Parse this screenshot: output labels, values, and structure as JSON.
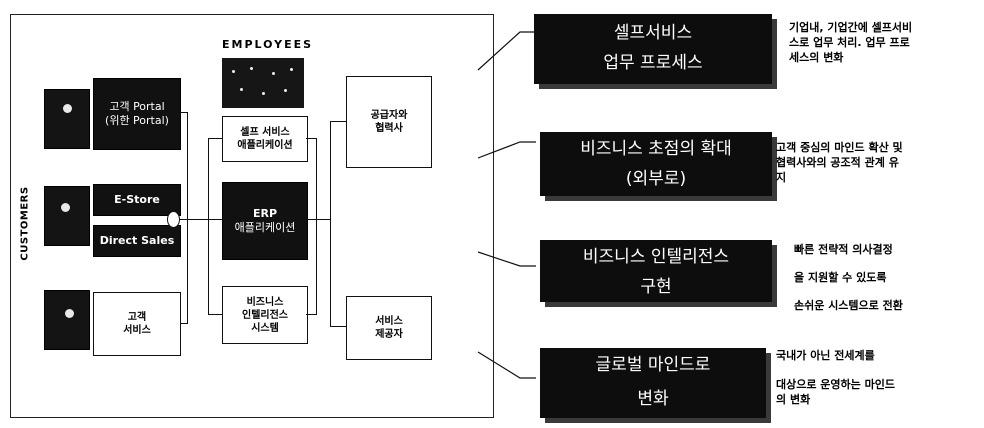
{
  "diagram": {
    "employees_label": "EMPLOYEES",
    "customers_label": "CUSTOMERS",
    "portal_box": {
      "line1": "고객 Portal",
      "line2": "(위한 Portal)"
    },
    "estore_box": {
      "label": "E-Store"
    },
    "direct_sales_box": {
      "label": "Direct Sales"
    },
    "customer_service_box": {
      "line1": "고객",
      "line2": "서비스"
    },
    "self_service_box": {
      "line1": "셀프 서비스",
      "line2": "애플리케이션"
    },
    "erp_box": {
      "line1": "ERP",
      "line2": "애플리케이션"
    },
    "bi_box": {
      "line1": "비즈니스",
      "line2": "인텔리전스",
      "line3": "시스템"
    },
    "supplier_box": {
      "line1": "공급자와",
      "line2": "협력사"
    },
    "service_provider_box": {
      "line1": "서비스",
      "line2": "제공자"
    }
  },
  "callouts": [
    {
      "title_lines": [
        "셀프서비스",
        "업무 프로세스"
      ],
      "desc_lines": [
        "기업내, 기업간에 셀프서비",
        "스로 업무 처리.  업무 프로",
        "세스의 변화"
      ]
    },
    {
      "title_lines": [
        "비즈니스 초점의 확대",
        "(외부로)"
      ],
      "desc_lines": [
        "고객 중심의 마인드 확산 및",
        "협력사와의 공조적 관계 유",
        "지"
      ]
    },
    {
      "title_lines": [
        "비즈니스 인텔리전스",
        "구현"
      ],
      "desc_lines": [
        "빠른 전략적 의사결정",
        "을 지원할 수 있도록",
        "손쉬운 시스템으로 전환"
      ]
    },
    {
      "title_lines": [
        "글로벌 마인드로",
        "변화"
      ],
      "desc_lines": [
        "국내가 아닌 전세계를",
        "대상으로 운영하는 마인드",
        "의 변화"
      ]
    }
  ]
}
